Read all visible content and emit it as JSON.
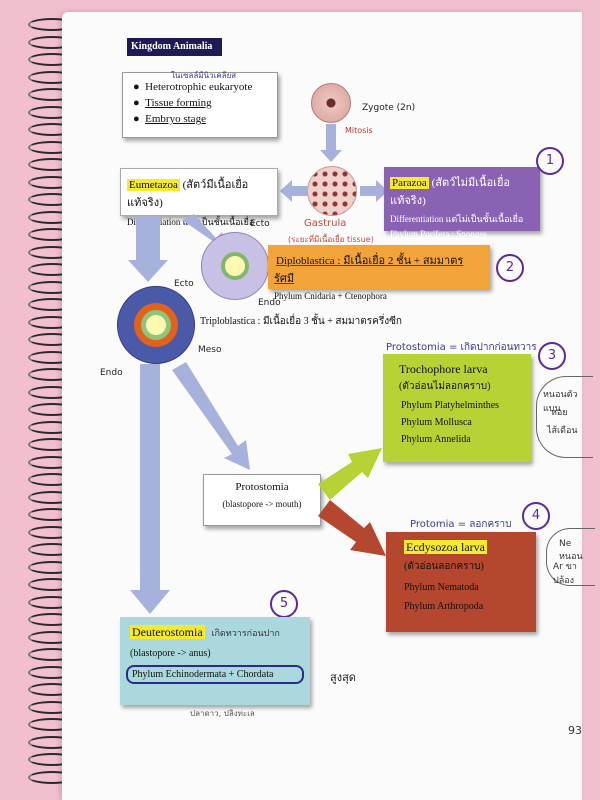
{
  "header": {
    "title": "Kingdom Animalia"
  },
  "traits": {
    "items": [
      "Heterotrophic eukaryote",
      "Tissue forming",
      "Embryo stage"
    ],
    "handwritten_note": "ในเซลล์มีนิวเคลียส"
  },
  "zygote": {
    "label": "Zygote (2n)",
    "process": "Mitosis"
  },
  "gastrula": {
    "label": "Gastrula",
    "note": "(ระยะที่มีเนื้อเยื่อ tissue)"
  },
  "eumetazoa": {
    "name": "Eumetazoa",
    "thai": "(สัตว์มีเนื้อเยื่อแท้จริง)",
    "desc": "Differentiation และเป็นชั้นเนื้อเยื่อ"
  },
  "parazoa": {
    "name": "Parazoa",
    "thai": "(สัตว์ไม่มีเนื้อเยื่อแท้จริง)",
    "desc": "Differentiation แต่ไม่เป็นชั้นเนื้อเยื่อ",
    "phylum": "Phylum Porifera : Sponges",
    "number": "1"
  },
  "diploblastica": {
    "title": "Diploblastica : มีเนื้อเยื่อ 2 ชั้น + สมมาตรรัศมี",
    "phylum": "Phylum Cnidaria + Ctenophora",
    "number": "2",
    "ecto": "Ecto",
    "endo": "Endo"
  },
  "triploblastica": {
    "text": "Triploblastica : มีเนื้อเยื่อ 3 ชั้น + สมมาตรครึ่งซีก",
    "ecto": "Ecto",
    "meso": "Meso",
    "endo": "Endo"
  },
  "protostomia": {
    "name": "Protostomia",
    "desc": "(blastopore -> mouth)"
  },
  "trochophore": {
    "heading": "Protostomia = เกิดปากก่อนทวาร",
    "title": "Trochophore larva",
    "thai": "(ตัวอ่อนไม่ลอกคราบ)",
    "phyla": [
      "Phylum Platyhelminthes",
      "Phylum Mollusca",
      "Phylum Annelida"
    ],
    "number": "3",
    "side_note": [
      "หนอนตัวแบน",
      "หอย",
      "ไส้เดือน"
    ]
  },
  "ecdysozoa": {
    "heading": "Protomia = ลอกคราบ",
    "title": "Ecdysozoa larva",
    "thai": "(ตัวอ่อนลอกคราบ)",
    "phyla": [
      "Phylum Nematoda",
      "Phylum Arthropoda"
    ],
    "number": "4",
    "side_note": [
      "Ne หนอน",
      "Ar ขาปล้อง"
    ]
  },
  "deuterostomia": {
    "name": "Deuterostomia",
    "hand_note": "เกิดทวารก่อนปาก",
    "desc": "(blastopore -> anus)",
    "phylum": "Phylum Echinodermata + Chordata",
    "number": "5",
    "side_note": "สูงสุด",
    "bottom_note": "ปลาดาว, ปลิงทะเล"
  },
  "page_number": "93",
  "colors": {
    "arrow": "#a6b2dc",
    "green": "#b5d334",
    "red": "#b5472f",
    "purple": "#8a62b4",
    "orange": "#f2a43a",
    "teal": "#aad8dc"
  }
}
